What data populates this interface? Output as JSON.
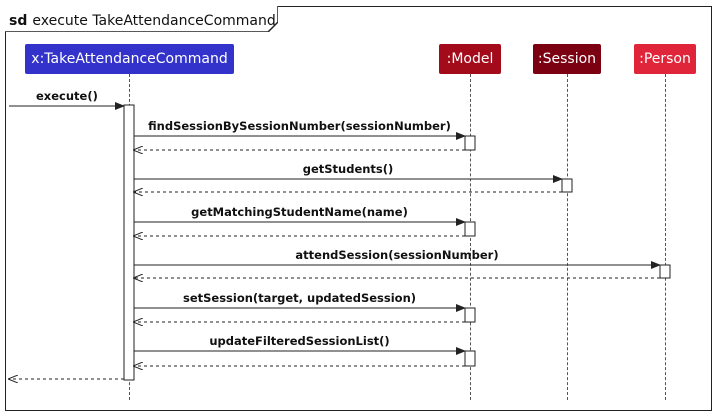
{
  "frame": {
    "keyword": "sd",
    "title": "execute TakeAttendanceCommand"
  },
  "participants": [
    {
      "id": "cmd",
      "label": "x:TakeAttendanceCommand",
      "color": "#3333cc"
    },
    {
      "id": "model",
      "label": ":Model",
      "color": "#a30b1a"
    },
    {
      "id": "session",
      "label": ":Session",
      "color": "#7a0012"
    },
    {
      "id": "person",
      "label": ":Person",
      "color": "#e0253a"
    }
  ],
  "messages": [
    {
      "label": "execute()",
      "from": "external",
      "to": "cmd",
      "kind": "call"
    },
    {
      "label": "findSessionBySessionNumber(sessionNumber)",
      "from": "cmd",
      "to": "model",
      "kind": "call"
    },
    {
      "label": "",
      "from": "model",
      "to": "cmd",
      "kind": "return"
    },
    {
      "label": "getStudents()",
      "from": "cmd",
      "to": "session",
      "kind": "call"
    },
    {
      "label": "",
      "from": "session",
      "to": "cmd",
      "kind": "return"
    },
    {
      "label": "getMatchingStudentName(name)",
      "from": "cmd",
      "to": "model",
      "kind": "call"
    },
    {
      "label": "",
      "from": "model",
      "to": "cmd",
      "kind": "return"
    },
    {
      "label": "attendSession(sessionNumber)",
      "from": "cmd",
      "to": "person",
      "kind": "call"
    },
    {
      "label": "",
      "from": "person",
      "to": "cmd",
      "kind": "return"
    },
    {
      "label": "setSession(target, updatedSession)",
      "from": "cmd",
      "to": "model",
      "kind": "call"
    },
    {
      "label": "",
      "from": "model",
      "to": "cmd",
      "kind": "return"
    },
    {
      "label": "updateFilteredSessionList()",
      "from": "cmd",
      "to": "model",
      "kind": "call"
    },
    {
      "label": "",
      "from": "model",
      "to": "cmd",
      "kind": "return"
    },
    {
      "label": "",
      "from": "cmd",
      "to": "external",
      "kind": "return"
    }
  ]
}
